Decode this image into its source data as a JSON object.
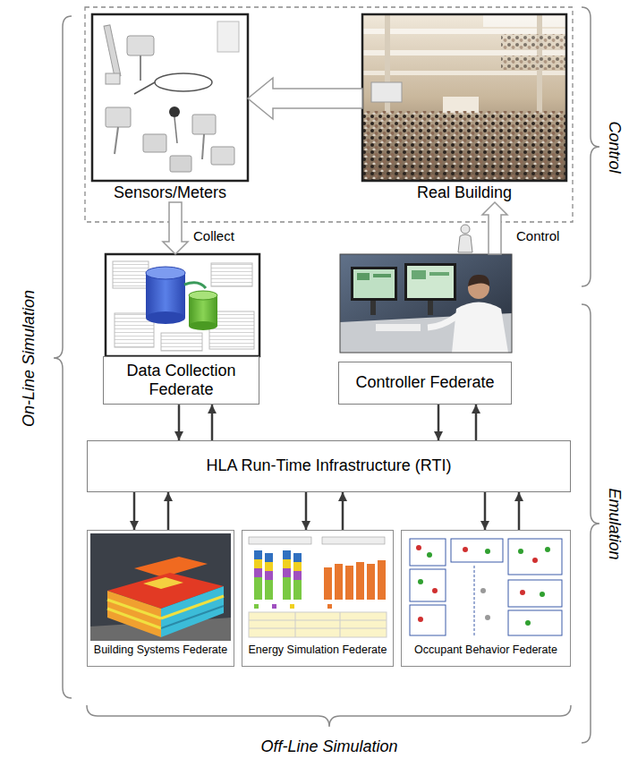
{
  "diagram": {
    "nodes": [
      {
        "text": [
          "Sensors/Meters"
        ]
      },
      {
        "text": [
          "Real Building"
        ]
      },
      {
        "text": [
          "Data Collection Federate"
        ]
      },
      {
        "text": [
          "Controller Federate"
        ]
      },
      {
        "text": [
          "HLA Run-Time Infrastructure (RTI)"
        ]
      },
      {
        "text": [
          "Building Systems Federate"
        ]
      },
      {
        "text": [
          "Energy Simulation Federate"
        ]
      },
      {
        "text": [
          "Occupant Behavior Federate"
        ]
      }
    ],
    "edges": [
      {
        "from": 1,
        "to": 0,
        "arrow": "to"
      },
      {
        "from": 0,
        "to": 2,
        "label": "Collect",
        "arrow": "to"
      },
      {
        "from": 3,
        "to": 1,
        "label": "Control",
        "arrow": "to"
      },
      {
        "from": 2,
        "to": 4,
        "arrow": "to"
      },
      {
        "from": 4,
        "to": 2,
        "arrow": "to"
      },
      {
        "from": 3,
        "to": 4,
        "arrow": "to"
      },
      {
        "from": 4,
        "to": 3,
        "arrow": "to"
      },
      {
        "from": 4,
        "to": 5,
        "arrow": "to"
      },
      {
        "from": 5,
        "to": 4,
        "arrow": "to"
      },
      {
        "from": 4,
        "to": 6,
        "arrow": "to"
      },
      {
        "from": 6,
        "to": 4,
        "arrow": "to"
      },
      {
        "from": 4,
        "to": 7,
        "arrow": "to"
      },
      {
        "from": 7,
        "to": 4,
        "arrow": "to"
      }
    ],
    "labels": [
      "Control",
      "Emulation",
      "On-Line Simulation",
      "Off-Line Simulation"
    ]
  }
}
